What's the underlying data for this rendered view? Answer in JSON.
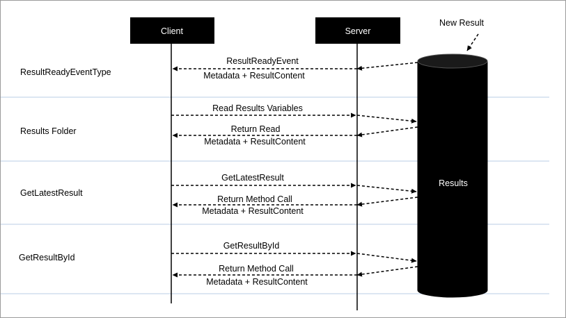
{
  "participants": {
    "client": "Client",
    "server": "Server",
    "store": "Results"
  },
  "new_result_label": "New Result",
  "rows": [
    {
      "label": "ResultReadyEventType",
      "messages": [
        "ResultReadyEvent",
        "Metadata + ResultContent"
      ]
    },
    {
      "label": "Results Folder",
      "messages": [
        "Read Results Variables",
        "Return Read",
        "Metadata + ResultContent"
      ]
    },
    {
      "label": "GetLatestResult",
      "messages": [
        "GetLatestResult",
        "Return Method Call",
        "Metadata + ResultContent"
      ]
    },
    {
      "label": "GetResultById",
      "messages": [
        "GetResultById",
        "Return Method Call",
        "Metadata + ResultContent"
      ]
    }
  ],
  "colors": {
    "separator": "#b8cce4",
    "box": "#000000",
    "line": "#000000"
  }
}
